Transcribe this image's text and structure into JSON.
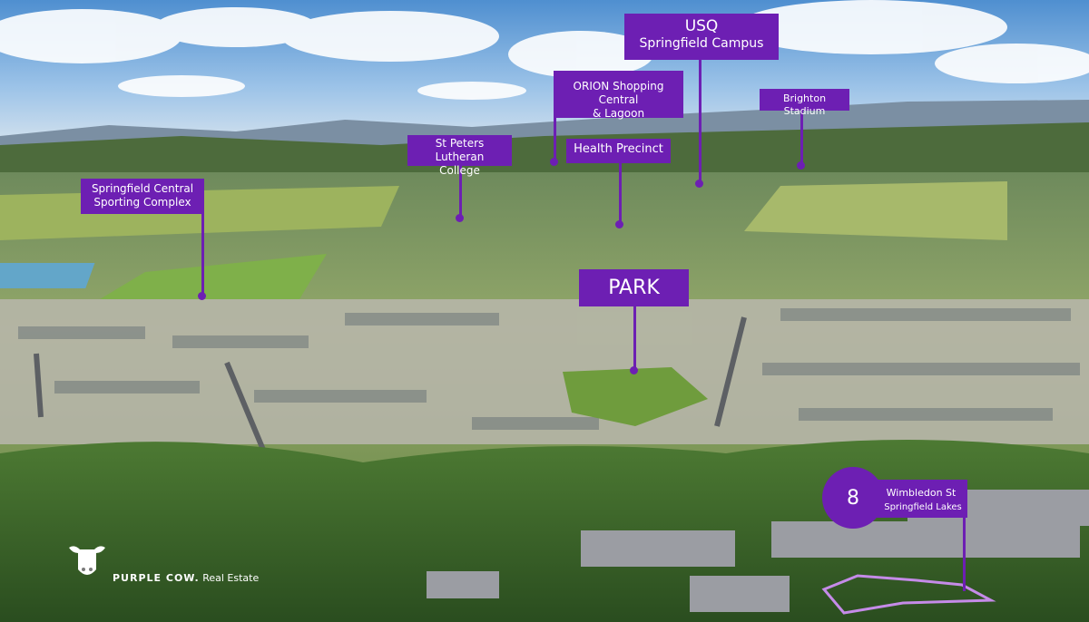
{
  "labels": {
    "usq": {
      "line1": "USQ",
      "line2": "Springfield Campus"
    },
    "orion": {
      "line1": "ORION Shopping Central",
      "line2": "& Lagoon"
    },
    "brighton": "Brighton Stadium",
    "st_peters": {
      "line1": "St Peters",
      "line2": "Lutheran College"
    },
    "health": "Health Precinct",
    "sporting": {
      "line1": "Springfield Central",
      "line2": "Sporting Complex"
    },
    "park": "PARK"
  },
  "property": {
    "number": "8",
    "street": "Wimbledon St",
    "suburb": "Springfield Lakes"
  },
  "brand": {
    "name": "PURPLE COW.",
    "suffix": "Real Estate"
  },
  "colors": {
    "accent": "#6d1fb3",
    "sky": "#7fb2df",
    "grass": "#8fae4c",
    "trees": "#3c6b2a"
  },
  "icons": [
    "cow-head-logo"
  ]
}
